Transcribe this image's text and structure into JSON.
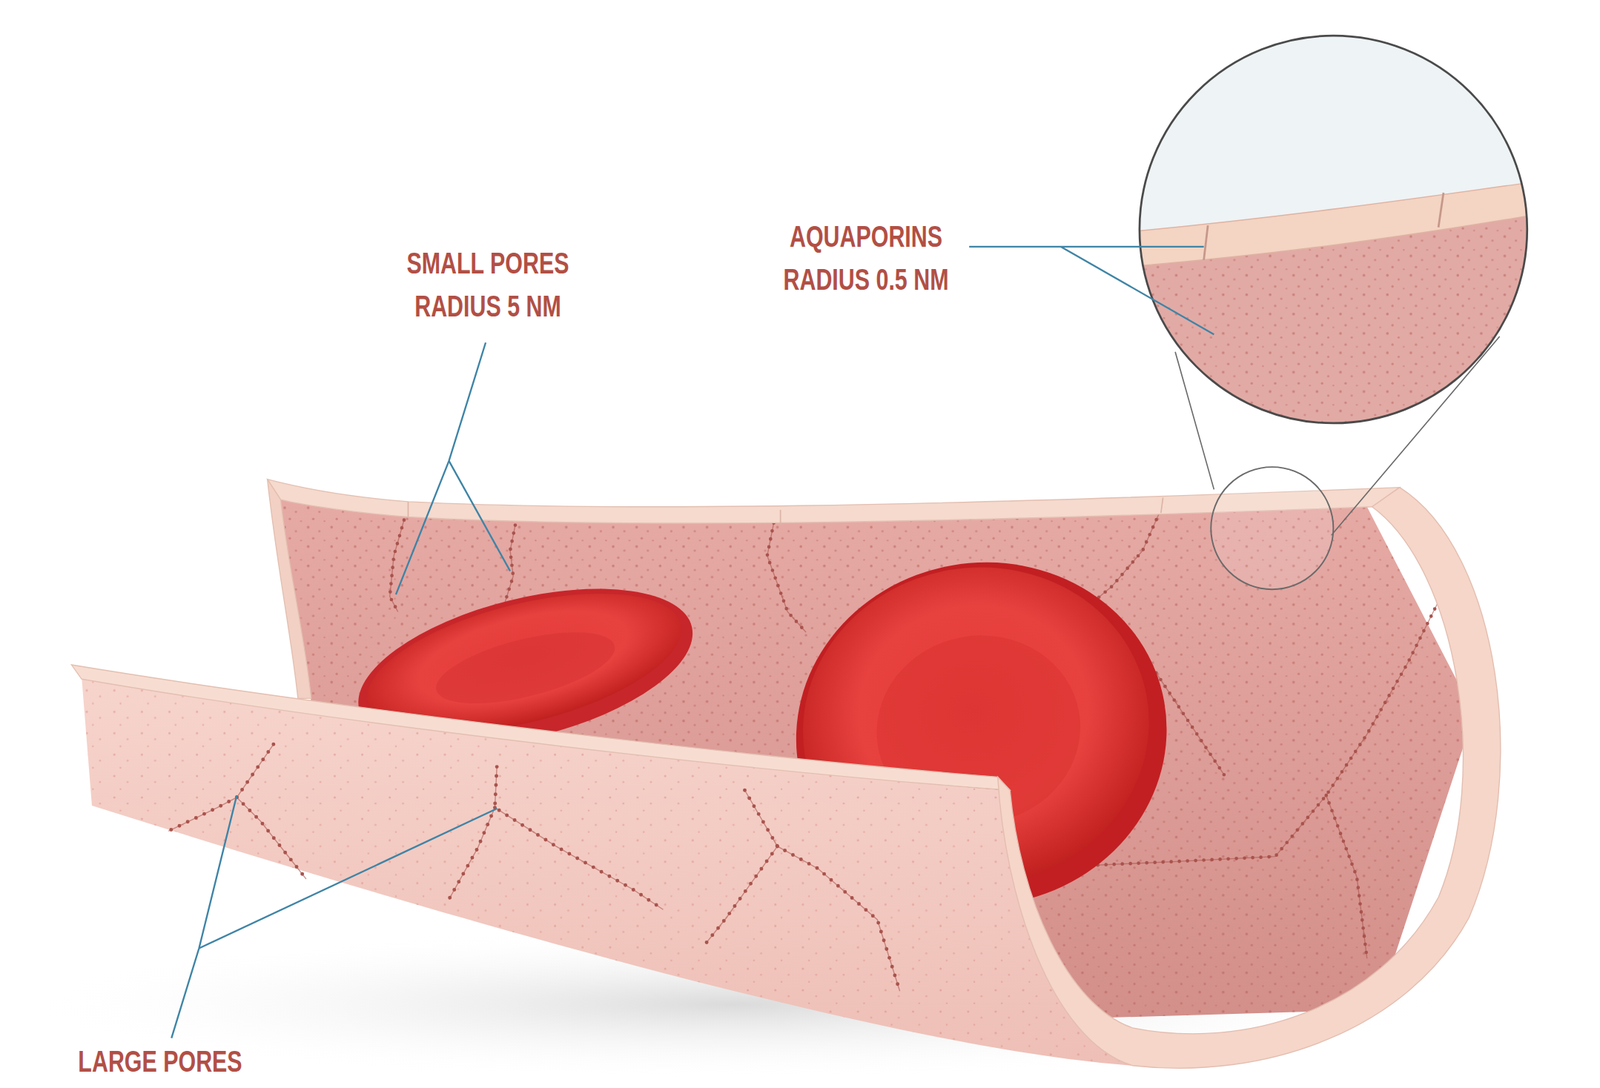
{
  "diagram": {
    "labels": [
      "SMALL PORES RADIUS 5 NM",
      "AQUAPORINS RADIUS 0.5 NM",
      "LARGE PORES"
    ]
  }
}
